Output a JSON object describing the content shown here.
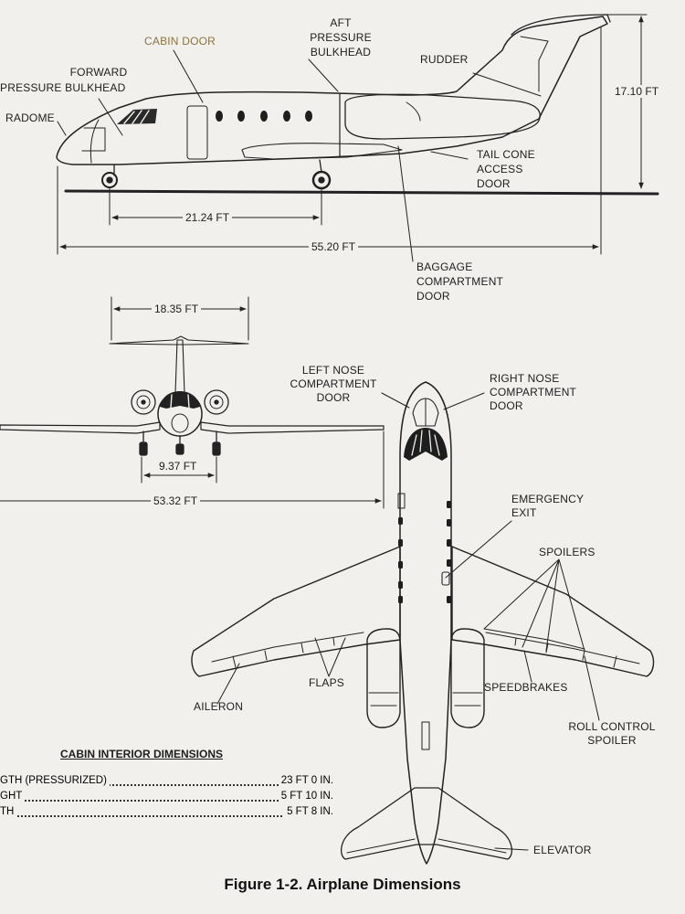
{
  "side_view": {
    "labels": {
      "cabin_door": "CABIN DOOR",
      "forward_pressure_bulkhead_1": "FORWARD",
      "forward_pressure_bulkhead_2": "PRESSURE BULKHEAD",
      "radome": "RADOME",
      "aft_pressure_bulkhead_1": "AFT",
      "aft_pressure_bulkhead_2": "PRESSURE",
      "aft_pressure_bulkhead_3": "BULKHEAD",
      "rudder": "RUDDER",
      "tail_cone_1": "TAIL CONE",
      "tail_cone_2": "ACCESS",
      "tail_cone_3": "DOOR",
      "baggage_1": "BAGGAGE",
      "baggage_2": "COMPARTMENT",
      "baggage_3": "DOOR"
    },
    "dimensions": {
      "height": "17.10 FT",
      "wheelbase": "21.24 FT",
      "length": "55.20 FT"
    }
  },
  "front_view": {
    "dimensions": {
      "stabilizer_span": "18.35 FT",
      "tread": "9.37 FT",
      "wingspan": "53.32 FT"
    }
  },
  "top_view": {
    "labels": {
      "left_nose_1": "LEFT NOSE",
      "left_nose_2": "COMPARTMENT",
      "left_nose_3": "DOOR",
      "right_nose_1": "RIGHT NOSE",
      "right_nose_2": "COMPARTMENT",
      "right_nose_3": "DOOR",
      "emergency_1": "EMERGENCY",
      "emergency_2": "EXIT",
      "spoilers": "SPOILERS",
      "flaps": "FLAPS",
      "speedbrakes": "SPEEDBRAKES",
      "aileron": "AILERON",
      "roll_1": "ROLL CONTROL",
      "roll_2": "SPOILER",
      "elevator": "ELEVATOR"
    }
  },
  "cabin_interior": {
    "title": "CABIN INTERIOR DIMENSIONS",
    "rows": [
      {
        "name": "GTH (PRESSURIZED)",
        "value": "23 FT 0 IN."
      },
      {
        "name": "GHT",
        "value": "5 FT 10 IN."
      },
      {
        "name": "TH",
        "value": "5 FT 8 IN."
      }
    ]
  },
  "caption": "Figure 1-2.  Airplane Dimensions"
}
